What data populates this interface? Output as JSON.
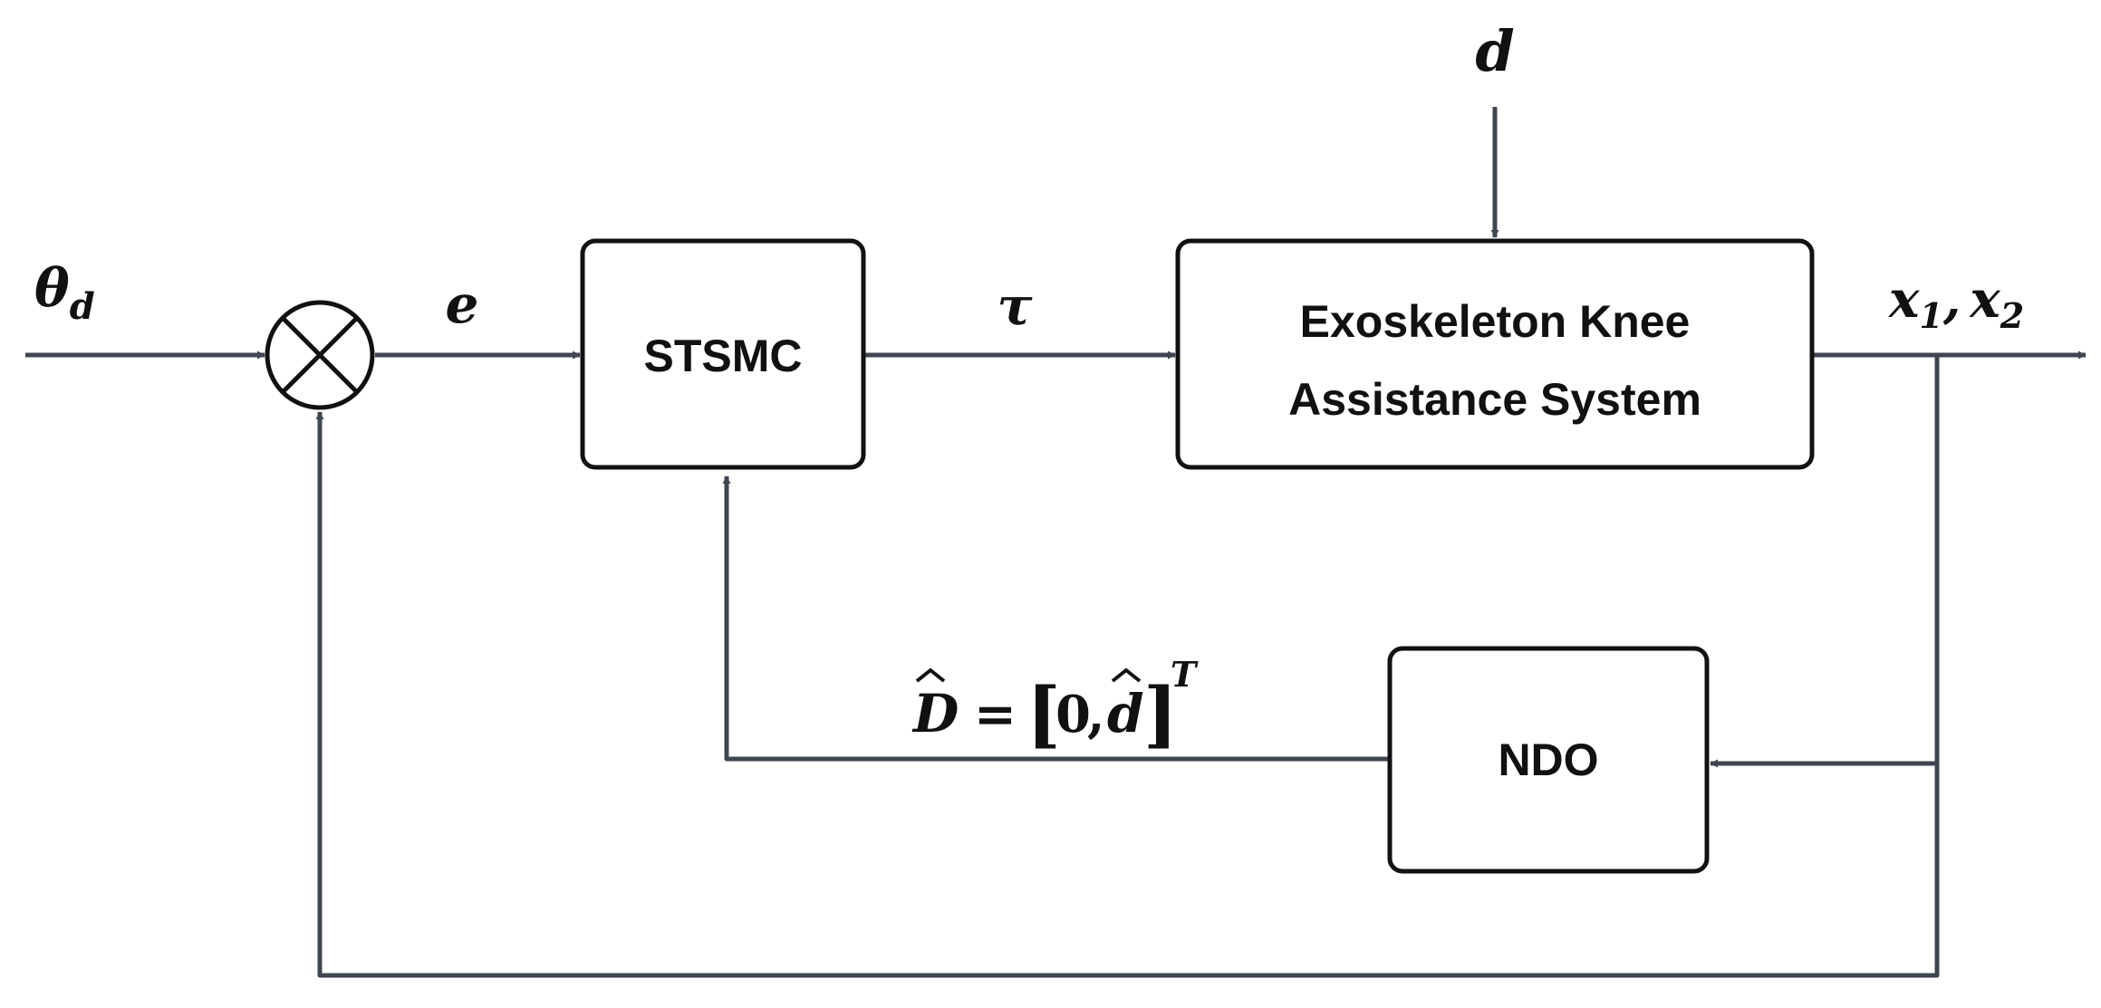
{
  "diagram": {
    "blocks": {
      "controller": "STSMC",
      "plant_line1": "Exoskeleton Knee",
      "plant_line2": "Assistance System",
      "observer": "NDO"
    },
    "signals": {
      "reference": {
        "symbol": "θ",
        "subscript": "d"
      },
      "error": "e",
      "torque": "τ",
      "disturbance": "d",
      "output": {
        "x": "x",
        "sub1": "1",
        "sep": ",",
        "sub2": "2"
      },
      "estimate": {
        "lhs": "D",
        "eq": "=",
        "open": "[",
        "zero": "0",
        "comma": ",",
        "dhat": "d",
        "close": "]",
        "sup": "T"
      }
    },
    "colors": {
      "wire": "#3f4650",
      "box_stroke": "#111111",
      "text": "#111111"
    }
  }
}
